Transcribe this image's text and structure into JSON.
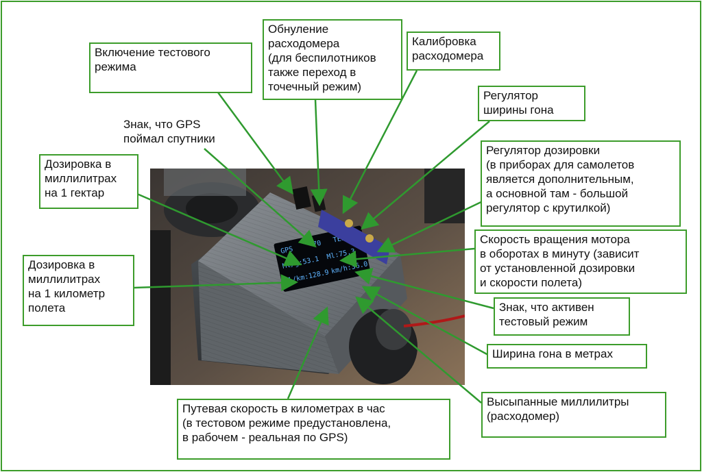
{
  "labels": {
    "test_mode_on": "Включение тестового\nрежима",
    "reset_flowmeter": "Обнуление\nрасходомера\n(для беспилотников\nтакже переход в\nточечный режим)",
    "calibrate_flowmeter": "Калибровка\nрасходомера",
    "swath_width_regulator": "Регулятор\nширины гона",
    "gps_fix_sign": "Знак, что GPS\nпоймал спутники",
    "dose_regulator": "Регулятор дозировки\n(в приборах для самолетов\nявляется дополнительным,\nа основной там - большой\nрегулятор с крутилкой)",
    "dose_per_hectare": "Дозировка в\nмиллилитрах\nна 1 гектар",
    "motor_rpm": "Скорость вращения мотора\nв оборотах в минуту (зависит\nот установленной дозировки\nи скорости полета)",
    "dose_per_km": "Дозировка в\nмиллилитрах\nна 1 километр\nполета",
    "test_mode_active": "Знак, что активен\nтестовый режим",
    "swath_width_m": "Ширина гона в метрах",
    "dispensed_ml": "Высыпанные миллилитры\n(расходомер)",
    "ground_speed": "Путевая скорость в километрах в час\n(в тестовом режиме предустановлена,\nв рабочем - реальная по GPS)"
  },
  "display": {
    "row1_left": "GPS",
    "row1_mid": "70",
    "row1_right": "TEST 79",
    "row2_left": "Ml/g:53.1",
    "row2_right": "Ml:75.3",
    "row3_left": "Ml/km:128.9",
    "row3_right": "km/h:36.0"
  },
  "colors": {
    "frame_green": "#3c9c2a",
    "leader_green": "#2f9a2f",
    "oled_blue": "#5fb4ff",
    "case_gray": "#6a6f74",
    "button_blue": "#3b3f9e"
  }
}
